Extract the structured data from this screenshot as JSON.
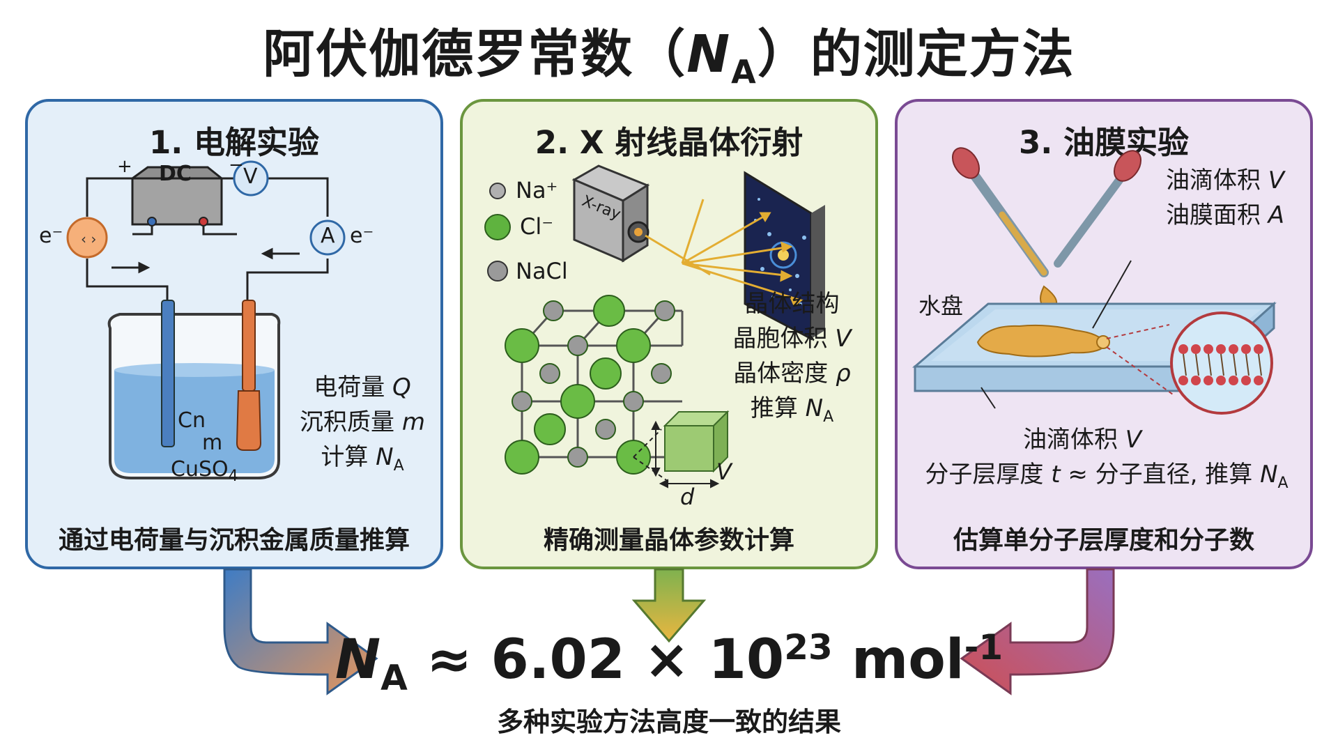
{
  "title": {
    "main": "阿伏伽德罗常数（",
    "symbol": "N",
    "subscript": "A",
    "tail": "）的测定方法"
  },
  "panels": [
    {
      "title": "1. 电解实验",
      "caption": "通过电荷量与沉积金属质量推算",
      "labels": {
        "dc": "DC",
        "plus": "+",
        "minus": "−",
        "voltmeter": "V",
        "ammeter": "A",
        "electron_left": "e⁻",
        "electron_right": "e⁻",
        "cathode": "Cn",
        "mass": "m",
        "solution": "CuSO",
        "solution_sub": "4"
      },
      "notes": [
        {
          "text": "电荷量 ",
          "var": "Q"
        },
        {
          "text": "沉积质量 ",
          "var": "m"
        },
        {
          "text": "计算 ",
          "var": "N",
          "sub": "A"
        }
      ]
    },
    {
      "title": "2. X 射线晶体衍射",
      "caption": "精确测量晶体参数计算",
      "legend": [
        "Na⁺",
        "Cl⁻",
        "NaCl"
      ],
      "labels": {
        "source": "X-ray",
        "edge": "d",
        "volume": "V"
      },
      "notes": [
        {
          "text": "晶体结构",
          "var": ""
        },
        {
          "text": "晶胞体积 ",
          "var": "V"
        },
        {
          "text": "晶体密度 ",
          "var": "ρ"
        },
        {
          "text": "推算 ",
          "var": "N",
          "sub": "A"
        }
      ]
    },
    {
      "title": "3. 油膜实验",
      "caption": "估算单分子层厚度和分子数",
      "labels": {
        "tray": "水盘"
      },
      "top_notes": [
        {
          "text": "油滴体积 ",
          "var": "V"
        },
        {
          "text": "油膜面积 ",
          "var": "A"
        }
      ],
      "bottom_notes": [
        {
          "text": "油滴体积 ",
          "var": "V"
        },
        {
          "text": "分子层厚度 ",
          "var": "t",
          "rest": " ≈ 分子直径, 推算 ",
          "var2": "N",
          "sub": "A"
        }
      ]
    }
  ],
  "result": {
    "symbol": "N",
    "subscript": "A",
    "approx": " ≈ 6.02 × 10",
    "exponent": "23",
    "unit": " mol",
    "unit_exp": "-1"
  },
  "result_caption": "多种实验方法高度一致的结果",
  "colors": {
    "blue": "#2f68a6",
    "green": "#6b963f",
    "purple": "#7a4a93",
    "orange": "#e8965a",
    "red": "#cd4f55"
  }
}
